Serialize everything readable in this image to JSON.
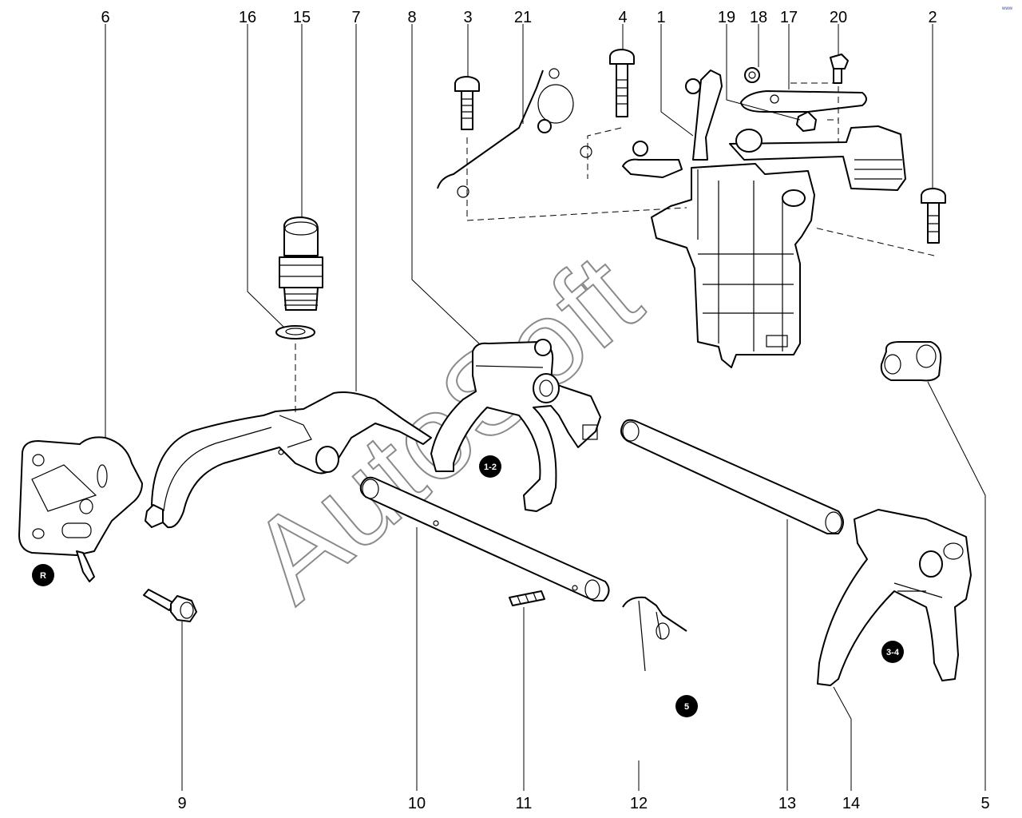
{
  "callouts": {
    "c1": "1",
    "c2": "2",
    "c3": "3",
    "c4": "4",
    "c5": "5",
    "c6": "6",
    "c7": "7",
    "c8": "8",
    "c9": "9",
    "c10": "10",
    "c11": "11",
    "c12": "12",
    "c13": "13",
    "c14": "14",
    "c15": "15",
    "c16": "16",
    "c17": "17",
    "c18": "18",
    "c19": "19",
    "c20": "20",
    "c21": "21"
  },
  "badges": {
    "r": "R",
    "g12": "1-2",
    "g5": "5",
    "g34": "3-4"
  },
  "watermark": "AutoSoft",
  "corner_mark": "www"
}
